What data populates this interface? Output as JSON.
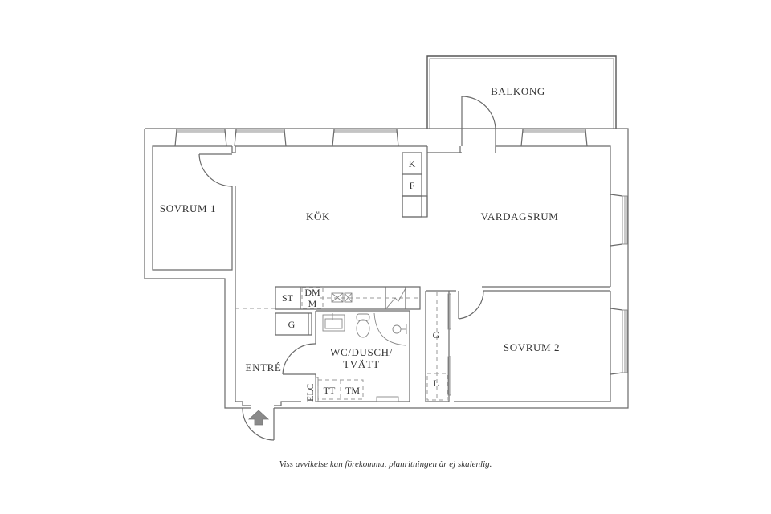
{
  "plan": {
    "rooms": {
      "balkong": "BALKONG",
      "sovrum1": "SOVRUM 1",
      "kok": "KÖK",
      "vardagsrum": "VARDAGSRUM",
      "sovrum2": "SOVRUM 2",
      "entre": "ENTRÉ",
      "wc_line1": "WC/DUSCH/",
      "wc_line2": "TVÄTT"
    },
    "fixtures": {
      "kyl": "K",
      "frys": "F",
      "stad": "ST",
      "dm": "DM",
      "m": "M",
      "garderob_hall": "G",
      "garderob_sov2": "G",
      "linne": "L",
      "tt": "TT",
      "tm": "TM",
      "elc": "ELC"
    },
    "entrance_arrow": "entrance-arrow-icon"
  },
  "caption": "Viss avvikelse kan förekomma, planritningen är ej skalenlig.",
  "colors": {
    "wall": "#6a6a6a",
    "text": "#333333",
    "arrow": "#8a8a8a",
    "background": "#ffffff"
  }
}
